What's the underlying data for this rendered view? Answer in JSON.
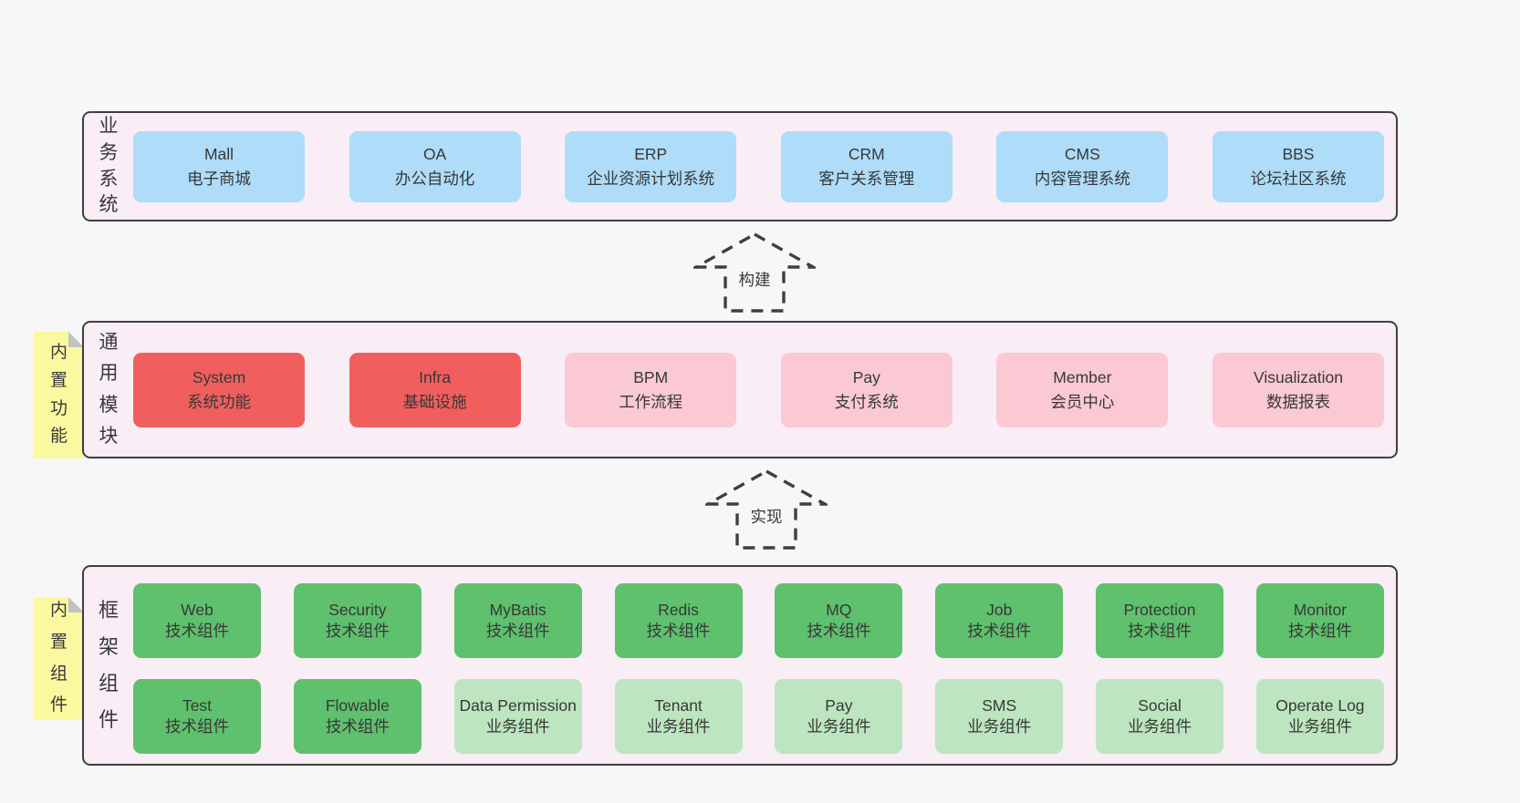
{
  "colors": {
    "page_bg": "#f7f7f7",
    "band_bg": "#f9edf6",
    "band_border": "#3f3f3f",
    "text": "#383838",
    "blue": "#aedcf9",
    "red": "#f15e5e",
    "pink": "#fac9d3",
    "green_dark": "#5fc06e",
    "green_light": "#bde5bf",
    "sticky_yellow": "#fbf9a0",
    "sticky_fold": "#c2c2c2"
  },
  "arrows": [
    {
      "label": "构建"
    },
    {
      "label": "实现"
    }
  ],
  "bands": [
    {
      "label": "业务系统",
      "boxes": [
        {
          "title": "Mall",
          "subtitle": "电子商城",
          "variant": "blue"
        },
        {
          "title": "OA",
          "subtitle": "办公自动化",
          "variant": "blue"
        },
        {
          "title": "ERP",
          "subtitle": "企业资源计划系统",
          "variant": "blue"
        },
        {
          "title": "CRM",
          "subtitle": "客户关系管理",
          "variant": "blue"
        },
        {
          "title": "CMS",
          "subtitle": "内容管理系统",
          "variant": "blue"
        },
        {
          "title": "BBS",
          "subtitle": "论坛社区系统",
          "variant": "blue"
        }
      ]
    },
    {
      "label": "通用模块",
      "sticky": "内置功能",
      "boxes": [
        {
          "title": "System",
          "subtitle": "系统功能",
          "variant": "red"
        },
        {
          "title": "Infra",
          "subtitle": "基础设施",
          "variant": "red"
        },
        {
          "title": "BPM",
          "subtitle": "工作流程",
          "variant": "pink"
        },
        {
          "title": "Pay",
          "subtitle": "支付系统",
          "variant": "pink"
        },
        {
          "title": "Member",
          "subtitle": "会员中心",
          "variant": "pink"
        },
        {
          "title": "Visualization",
          "subtitle": "数据报表",
          "variant": "pink"
        }
      ]
    },
    {
      "label": "框架组件",
      "sticky": "内置组件",
      "rows": [
        [
          {
            "title": "Web",
            "subtitle": "技术组件",
            "variant": "green"
          },
          {
            "title": "Security",
            "subtitle": "技术组件",
            "variant": "green"
          },
          {
            "title": "MyBatis",
            "subtitle": "技术组件",
            "variant": "green"
          },
          {
            "title": "Redis",
            "subtitle": "技术组件",
            "variant": "green"
          },
          {
            "title": "MQ",
            "subtitle": "技术组件",
            "variant": "green"
          },
          {
            "title": "Job",
            "subtitle": "技术组件",
            "variant": "green"
          },
          {
            "title": "Protection",
            "subtitle": "技术组件",
            "variant": "green"
          },
          {
            "title": "Monitor",
            "subtitle": "技术组件",
            "variant": "green"
          }
        ],
        [
          {
            "title": "Test",
            "subtitle": "技术组件",
            "variant": "green"
          },
          {
            "title": "Flowable",
            "subtitle": "技术组件",
            "variant": "green"
          },
          {
            "title": "Data Permission",
            "subtitle": "业务组件",
            "variant": "green-light"
          },
          {
            "title": "Tenant",
            "subtitle": "业务组件",
            "variant": "green-light"
          },
          {
            "title": "Pay",
            "subtitle": "业务组件",
            "variant": "green-light"
          },
          {
            "title": "SMS",
            "subtitle": "业务组件",
            "variant": "green-light"
          },
          {
            "title": "Social",
            "subtitle": "业务组件",
            "variant": "green-light"
          },
          {
            "title": "Operate Log",
            "subtitle": "业务组件",
            "variant": "green-light"
          }
        ]
      ]
    }
  ]
}
